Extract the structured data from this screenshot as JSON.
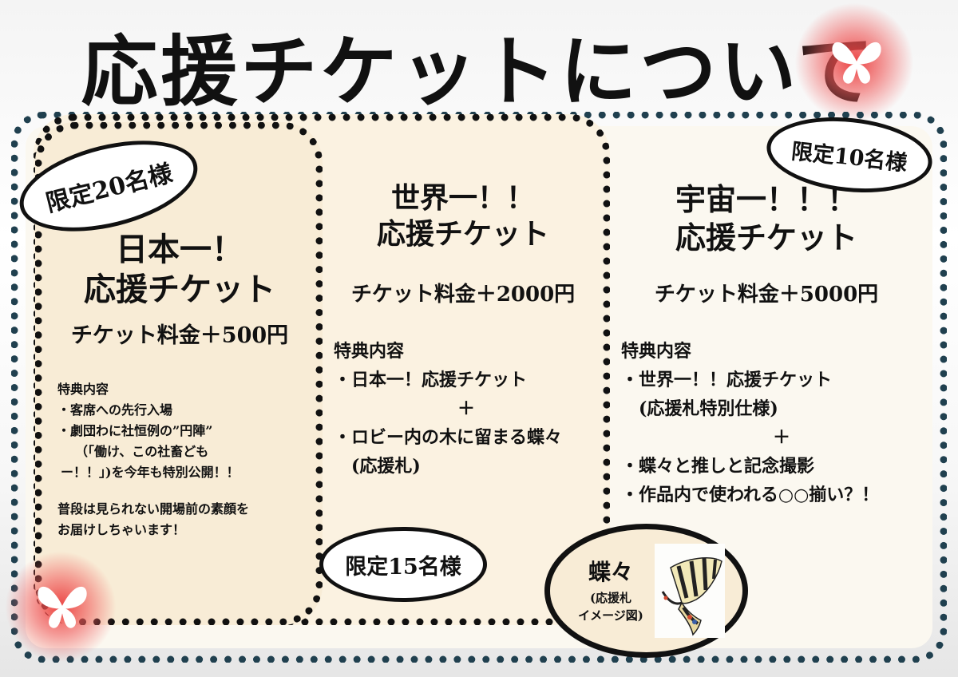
{
  "title": "応援チケットについて",
  "icons": [
    "butterfly-icon"
  ],
  "colors": {
    "frame": "#20404f",
    "accent_glow": "#eb3c3c",
    "panel": "#f8ecd6"
  },
  "columns": [
    {
      "badge": "限定20名様",
      "title_line1": "日本一！",
      "title_line2": "応援チケット",
      "price": "チケット料金＋500円",
      "benefits_heading": "特典内容",
      "benefits": [
        "・客席への先行入場",
        "・劇団わに社恒例の”円陣”",
        "（「働け、この社畜ども",
        "ー！！」)を今年も特別公開！！"
      ],
      "note_line1": "普段は見られない開場前の素顔を",
      "note_line2": "お届けしちゃいます！"
    },
    {
      "badge": "限定15名様",
      "title_line1": "世界一！！",
      "title_line2": "応援チケット",
      "price": "チケット料金＋2000円",
      "benefits_heading": "特典内容",
      "benefits": [
        "・日本一！応援チケット",
        "＋",
        "・ロビー内の木に留まる蝶々",
        "(応援札)"
      ]
    },
    {
      "badge": "限定10名様",
      "title_line1": "宇宙一！！！",
      "title_line2": "応援チケット",
      "price": "チケット料金＋5000円",
      "benefits_heading": "特典内容",
      "benefits": [
        "・世界一！！応援チケット",
        "(応援札特別仕様)",
        "＋",
        "・蝶々と推しと記念撮影",
        "・作品内で使われる○○揃い？！"
      ]
    }
  ],
  "butterfly_box": {
    "label": "蝶々",
    "sub_line1": "(応援札",
    "sub_line2": "イメージ図)"
  }
}
